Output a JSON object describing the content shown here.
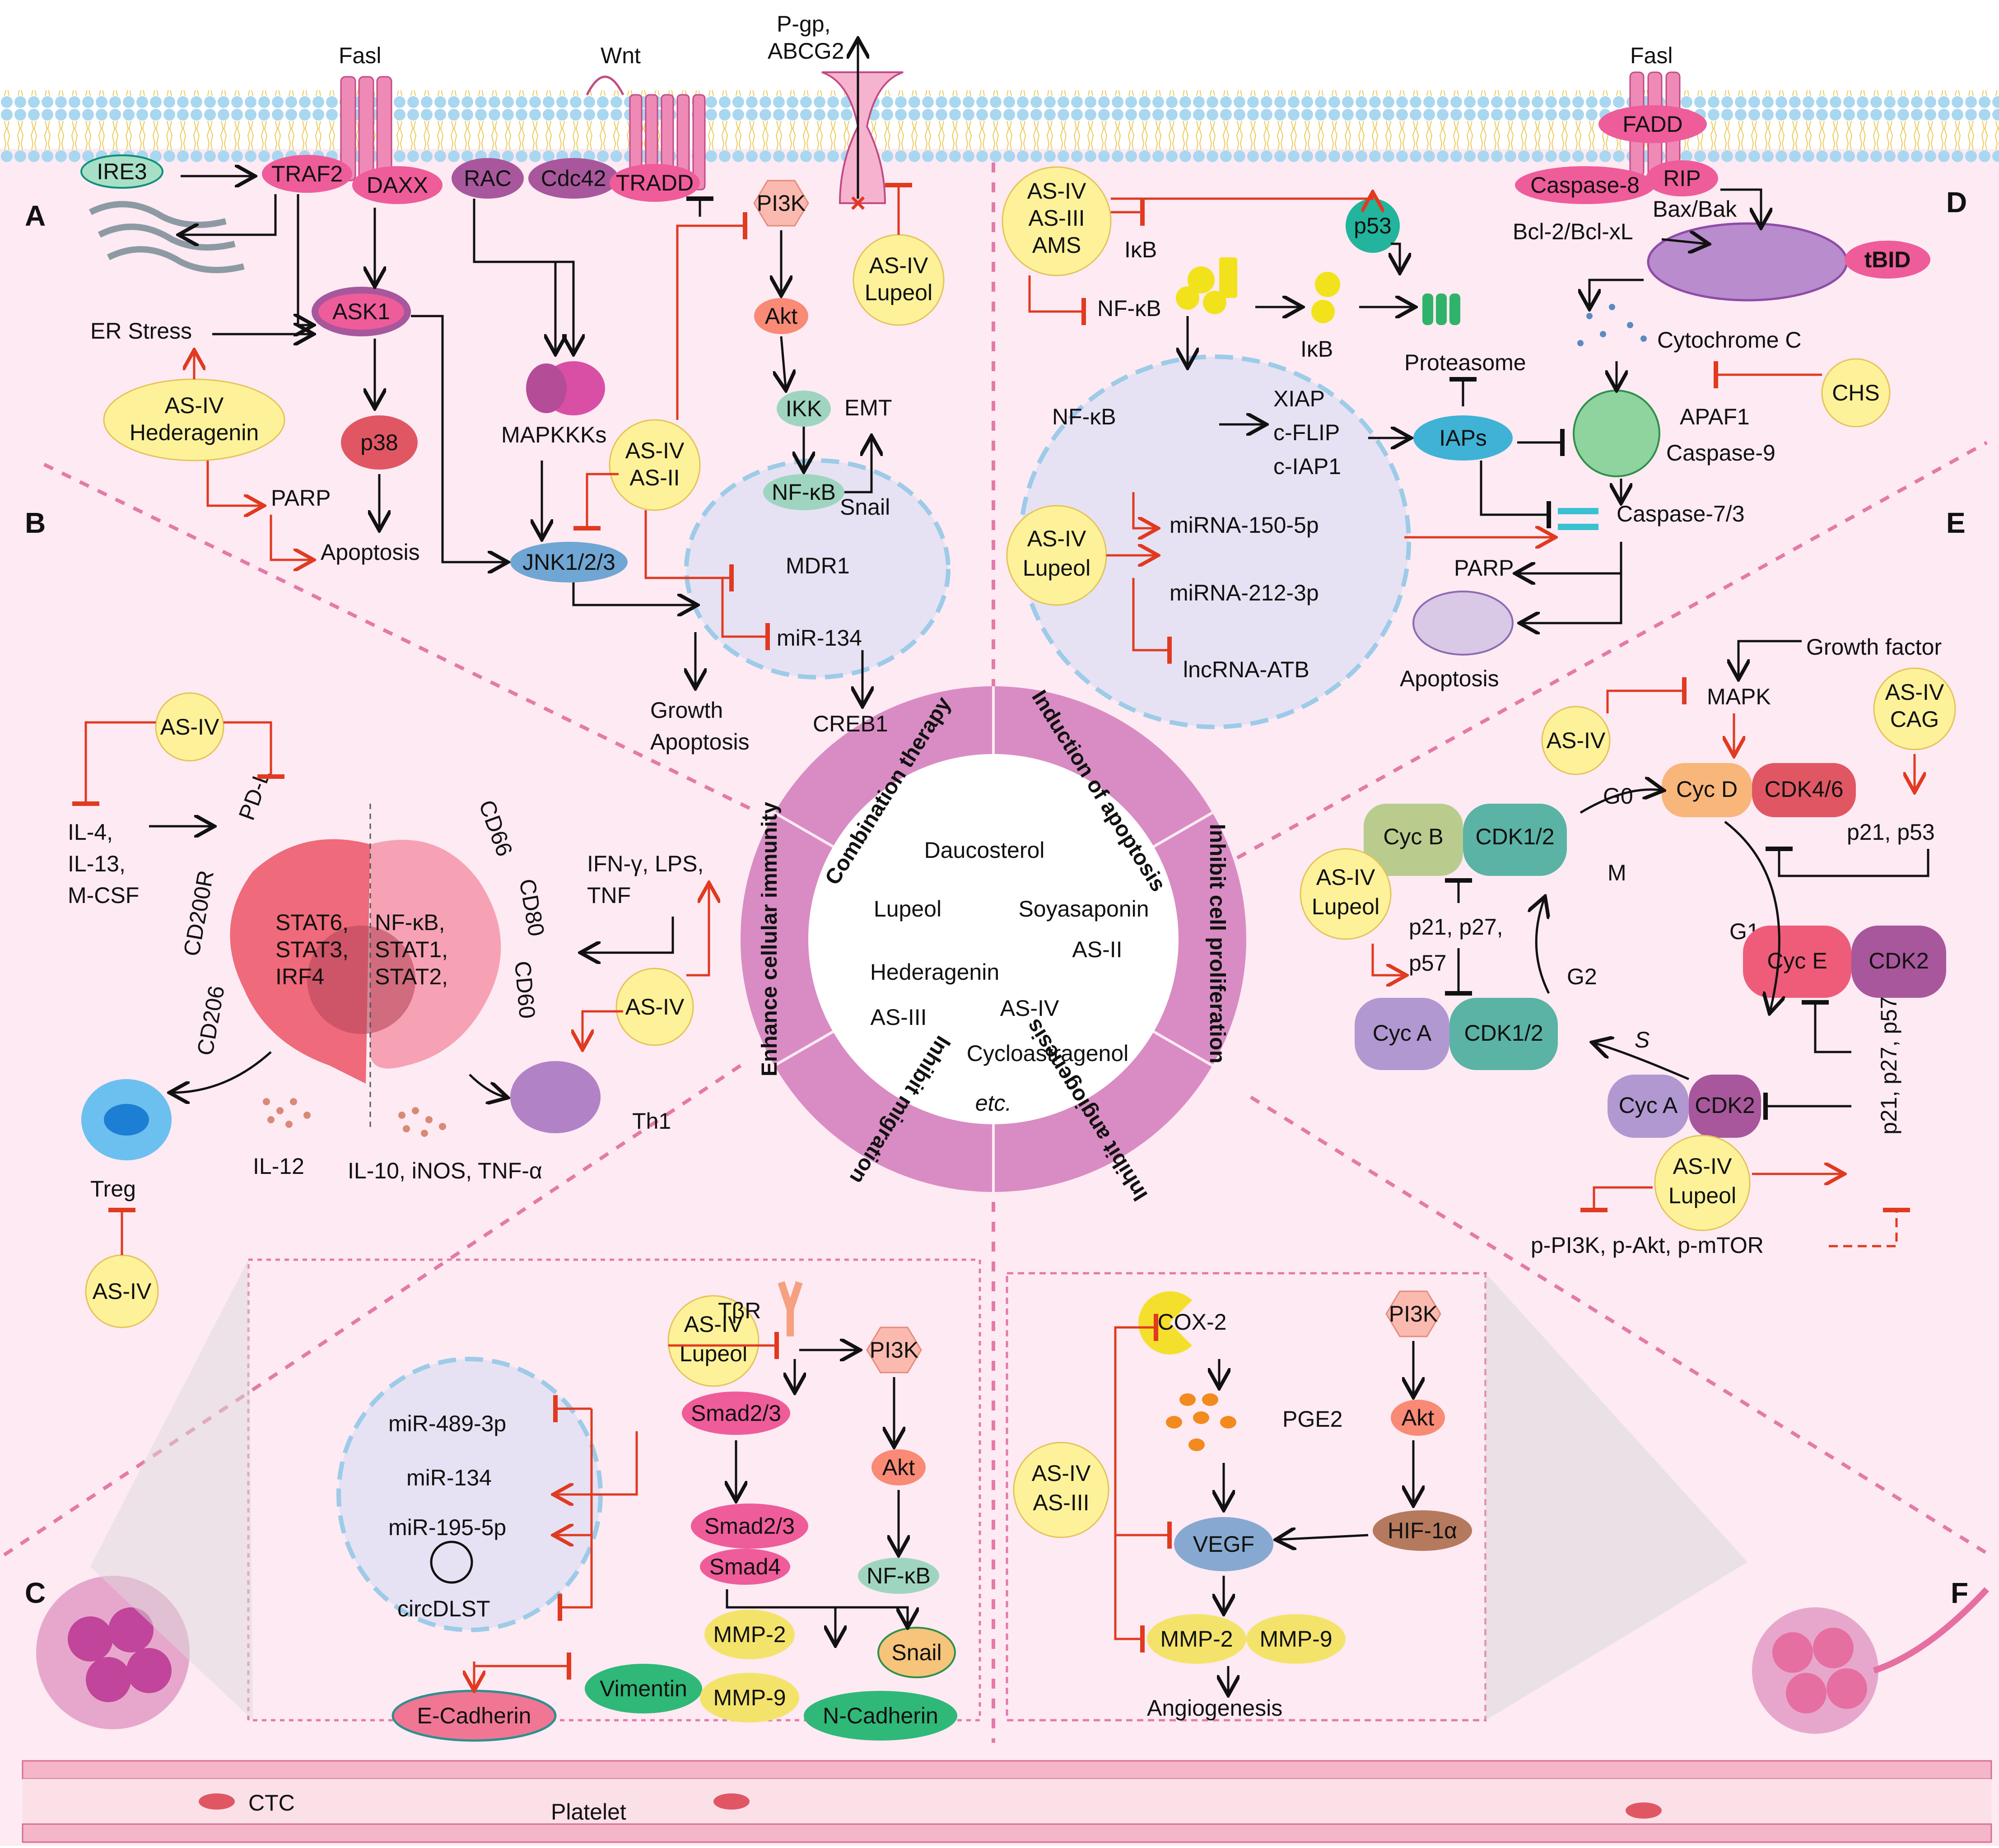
{
  "colors": {
    "background": "#fdeaf3",
    "membrane": "#a9d7ef",
    "lipid_tail": "#e9d36a",
    "pink_protein": "#ef5c9a",
    "purple_protein": "#a8579c",
    "inhibit": "#e03a20",
    "activate": "#111111",
    "herb_circle": "#fdf29a",
    "nucleus_fill": "#e6e2f3",
    "nucleus_border": "#9dcbe8",
    "ring": "#d98cc3",
    "divider": "#e47aa8"
  },
  "panels": {
    "A": "A",
    "B": "B",
    "C": "C",
    "D": "D",
    "E": "E",
    "F": "F"
  },
  "ring": {
    "outer_labels": [
      "Combination therapy",
      "Induction of apoptosis",
      "Inhibit cell proliferation",
      "Inhibit angiogenesis",
      "Inhibit migration",
      "Enhance cellular immunity"
    ],
    "compounds": [
      "Daucosterol",
      "Lupeol",
      "Soyasaponin",
      "AS-II",
      "Hederagenin",
      "AS-III",
      "AS-IV",
      "Cycloastragenol",
      "etc."
    ]
  },
  "panel_a": {
    "fasl": "Fasl",
    "wnt": "Wnt",
    "pgp": "P-gp,",
    "abcg2": "ABCG2",
    "ire3": "IRE3",
    "traf2": "TRAF2",
    "daxx": "DAXX",
    "rac": "RAC",
    "cdc42": "Cdc42",
    "tradd": "TRADD",
    "pi3k": "PI3K",
    "akt": "Akt",
    "ikk": "IKK",
    "nfkb": "NF-κB",
    "snail": "Snail",
    "emt": "EMT",
    "mdr1": "MDR1",
    "mir134": "miR-134",
    "creb1": "CREB1",
    "growth": "Growth",
    "apoptosis2": "Apoptosis",
    "er_stress": "ER Stress",
    "ask1": "ASK1",
    "p38": "p38",
    "parp": "PARP",
    "apoptosis": "Apoptosis",
    "jnk": "JNK1/2/3",
    "mapkkks": "MAPKKKs",
    "herb1": [
      "AS-IV",
      "Hederagenin"
    ],
    "herb2": [
      "AS-IV",
      "AS-II"
    ],
    "herb3": [
      "AS-IV",
      "Lupeol"
    ]
  },
  "panel_d": {
    "fasl": "Fasl",
    "fadd": "FADD",
    "casp8": "Caspase-8",
    "rip": "RIP",
    "bax": "Bax/Bak",
    "bcl2": "Bcl-2/Bcl-xL",
    "tbid": "tBID",
    "herb": [
      "AS-IV",
      "AS-III",
      "AMS"
    ],
    "ikb": "IκB",
    "p53": "p53",
    "nfkb": "NF-κB",
    "ikb2": "IκB",
    "proteasome": "Proteasome",
    "cytc": "Cytochrome C",
    "apaf1": "APAF1",
    "casp9": "Caspase-9",
    "chs": "CHS",
    "nfkb2": "NF-κB",
    "xiap": "XIAP",
    "cflip": "c-FLIP",
    "ciap1": "c-IAP1",
    "iaps": "IAPs",
    "herb2": [
      "AS-IV",
      "Lupeol"
    ],
    "mir150": "miRNA-150-5p",
    "mir212": "miRNA-212-3p",
    "lncrna": "lncRNA-ATB",
    "casp73": "Caspase-7/3",
    "parp": "PARP",
    "apoptosis": "Apoptosis"
  },
  "panel_e": {
    "growth_factor": "Growth factor",
    "mapk": "MAPK",
    "herb1": "AS-IV",
    "herb2": [
      "AS-IV",
      "CAG"
    ],
    "g0": "G0",
    "cycd": "Cyc D",
    "cdk46": "CDK4/6",
    "p21p53": "p21, p53",
    "cycb": "Cyc B",
    "cdk12a": "CDK1/2",
    "m": "M",
    "g1": "G1",
    "herb3": [
      "AS-IV",
      "Lupeol"
    ],
    "p21_27": "p21, p27,",
    "p57": "p57",
    "g2": "G2",
    "cyce": "Cyc E",
    "cdk2a": "CDK2",
    "cyca1": "Cyc A",
    "cdk12b": "CDK1/2",
    "s": "S",
    "p21_27_57": "p21, p27, p57",
    "cyca2": "Cyc A",
    "cdk2b": "CDK2",
    "herb4": [
      "AS-IV",
      "Lupeol"
    ],
    "ppi3k": "p-PI3K, p-Akt, p-mTOR"
  },
  "panel_b": {
    "herb_top": "AS-IV",
    "il4": "IL-4,",
    "il13": "IL-13,",
    "mcsf": "M-CSF",
    "pdl": "PD-L",
    "cd200r": "CD200R",
    "cd206": "CD206",
    "stat_left": [
      "STAT6,",
      "STAT3,",
      "IRF4"
    ],
    "stat_right": [
      "NF-κB,",
      "STAT1,",
      "STAT2,"
    ],
    "cd66": "CD66",
    "cd80": "CD80",
    "cd60": "CD60",
    "ifn": "IFN-γ, LPS,",
    "tnf": "TNF",
    "herb_mid": "AS-IV",
    "th1": "Th1",
    "treg": "Treg",
    "il12": "IL-12",
    "il10": "IL-10, iNOS, TNF-α",
    "herb_bottom": "AS-IV"
  },
  "panel_c": {
    "herb": [
      "AS-IV",
      "Lupeol"
    ],
    "tbr": "TβR",
    "pi3k": "PI3K",
    "smad23": "Smad2/3",
    "akt": "Akt",
    "smad23b": "Smad2/3",
    "smad4": "Smad4",
    "nfkb": "NF-κB",
    "mir489": "miR-489-3p",
    "mir134": "miR-134",
    "mir195": "miR-195-5p",
    "circ": "circDLST",
    "mmp2": "MMP-2",
    "snail": "Snail",
    "vimentin": "Vimentin",
    "mmp9": "MMP-9",
    "ncad": "N-Cadherin",
    "ecad": "E-Cadherin",
    "ctc": "CTC",
    "platelet": "Platelet"
  },
  "panel_f": {
    "cox2": "COX-2",
    "pi3k": "PI3K",
    "pge2": "PGE2",
    "akt": "Akt",
    "herb": [
      "AS-IV",
      "AS-III"
    ],
    "vegf": "VEGF",
    "hif": "HIF-1α",
    "mmp2": "MMP-2",
    "mmp9": "MMP-9",
    "angio": "Angiogenesis"
  }
}
